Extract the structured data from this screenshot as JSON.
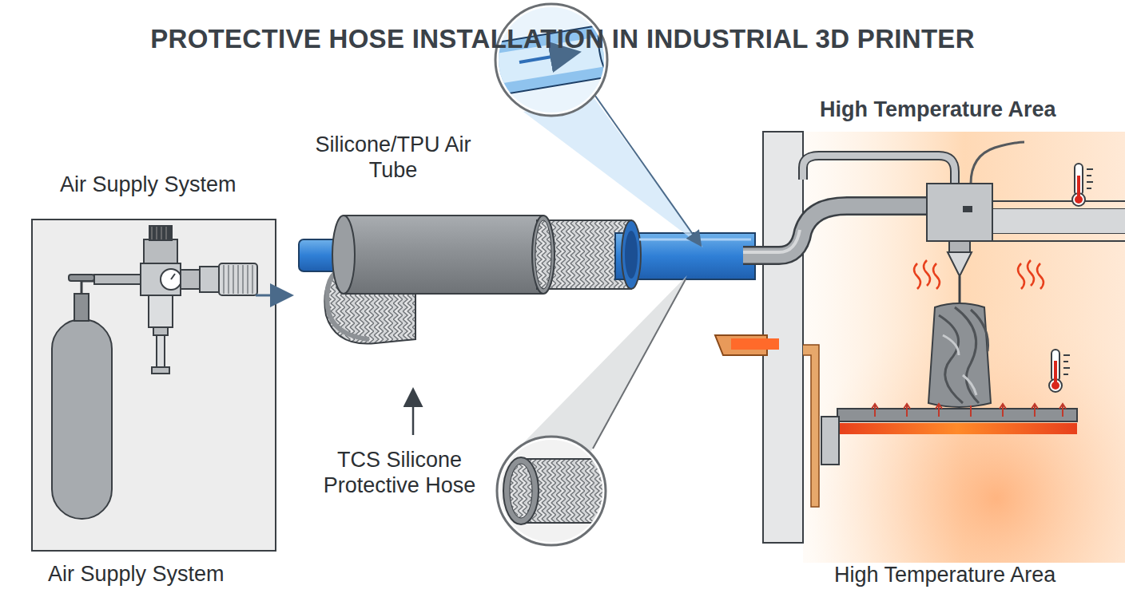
{
  "diagram": {
    "title": "PROTECTIVE HOSE INSTALLATION IN INDUSTRIAL 3D PRINTER",
    "nodes": [
      {
        "text": [
          "Air Supply System",
          "Air Supply System"
        ]
      },
      {
        "text": [
          "High Temperature Area",
          "High Temperature Area"
        ]
      }
    ],
    "labels": [
      "Silicone/TPU Air Tube",
      "TCS Silicone Protective Hose"
    ]
  }
}
